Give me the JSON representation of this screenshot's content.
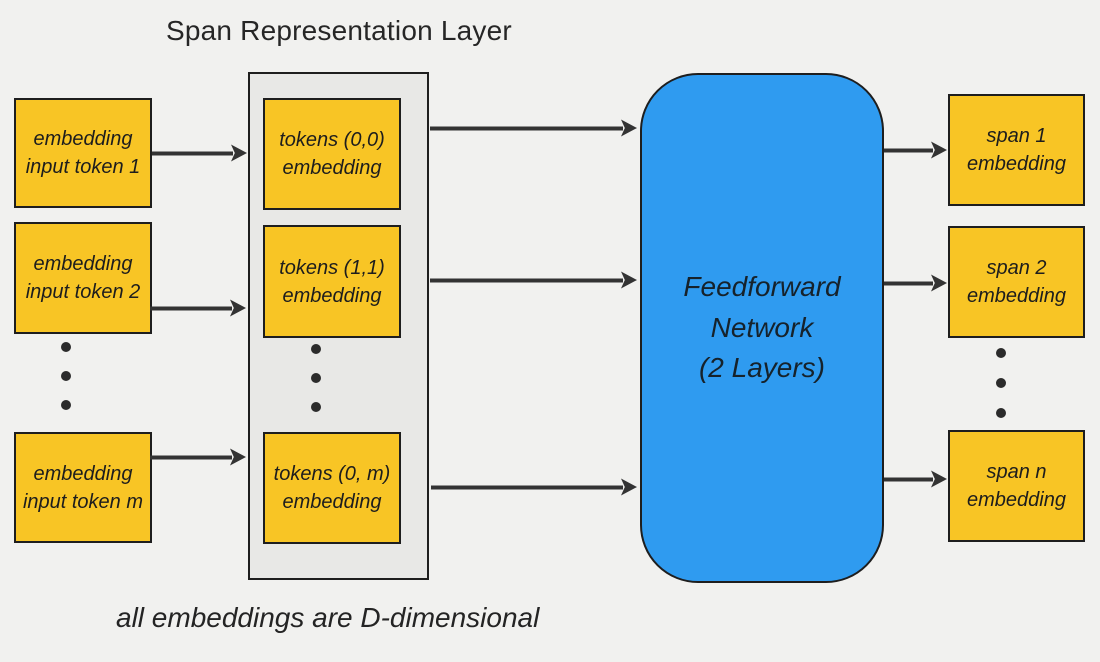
{
  "header": {
    "title": "Span Representation Layer"
  },
  "input_column": {
    "boxes": [
      {
        "label": "embedding\ninput token 1"
      },
      {
        "label": "embedding\ninput token 2"
      },
      {
        "label": "embedding\ninput token m"
      }
    ]
  },
  "span_layer": {
    "boxes": [
      {
        "label": "tokens (0,0)\nembedding"
      },
      {
        "label": "tokens (1,1)\nembedding"
      },
      {
        "label": "tokens (0, m)\nembedding"
      }
    ]
  },
  "network": {
    "label": "Feedforward\nNetwork\n(2 Layers)"
  },
  "output_column": {
    "boxes": [
      {
        "label": "span 1\nembedding"
      },
      {
        "label": "span 2\nembedding"
      },
      {
        "label": "span n\nembedding"
      }
    ]
  },
  "footer": {
    "caption": "all embeddings are D-dimensional"
  },
  "colors": {
    "background": "#f1f1ef",
    "container_fill": "#e8e8e6",
    "node_yellow": "#f8c525",
    "network_blue": "#2f9bf0",
    "stroke": "#1e1e1e",
    "arrow": "#333333",
    "text": "#1d1d1d"
  }
}
